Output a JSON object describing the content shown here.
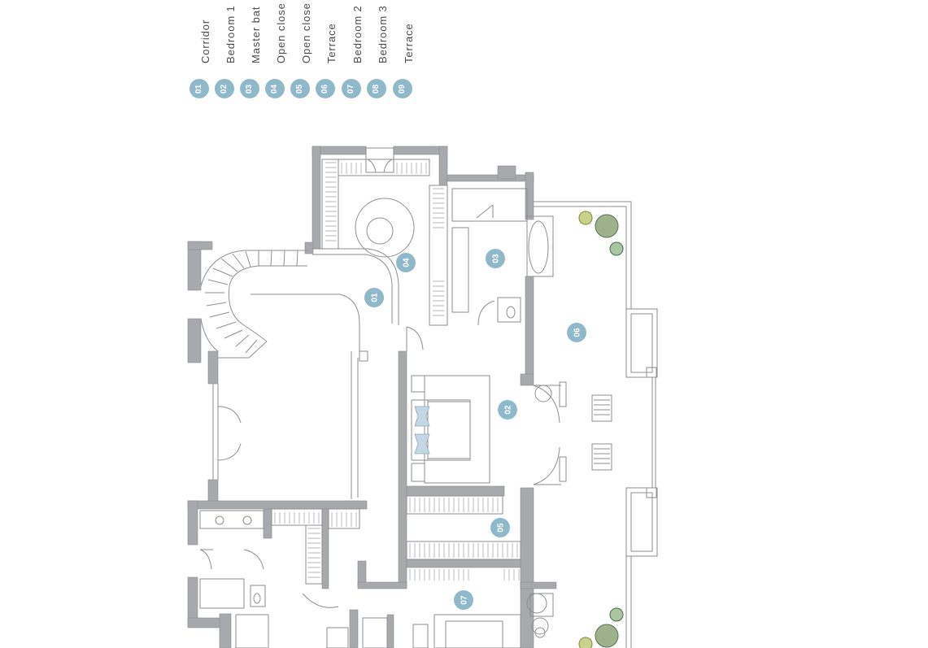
{
  "legend": [
    {
      "num": "01",
      "label": "Corridor"
    },
    {
      "num": "02",
      "label": "Bedroom 1"
    },
    {
      "num": "03",
      "label": "Master bat"
    },
    {
      "num": "04",
      "label": "Open close"
    },
    {
      "num": "05",
      "label": "Open close"
    },
    {
      "num": "06",
      "label": "Terrace"
    },
    {
      "num": "07",
      "label": "Bedroom 2"
    },
    {
      "num": "08",
      "label": "Bedroom 3"
    },
    {
      "num": "09",
      "label": "Terrace"
    }
  ],
  "plan_labels": {
    "corridor": "01",
    "bedroom_1": "02",
    "master_bath": "03",
    "open_closet_a": "04",
    "open_closet_b": "05",
    "terrace": "06",
    "bedroom_2": "07"
  },
  "colors": {
    "wall": "#a7a9ac",
    "line": "#9d9d9d",
    "badge": "#8fb8cb",
    "badge_text": "#ffffff",
    "text": "#4a4a4a",
    "plant": "#8aa97a"
  }
}
